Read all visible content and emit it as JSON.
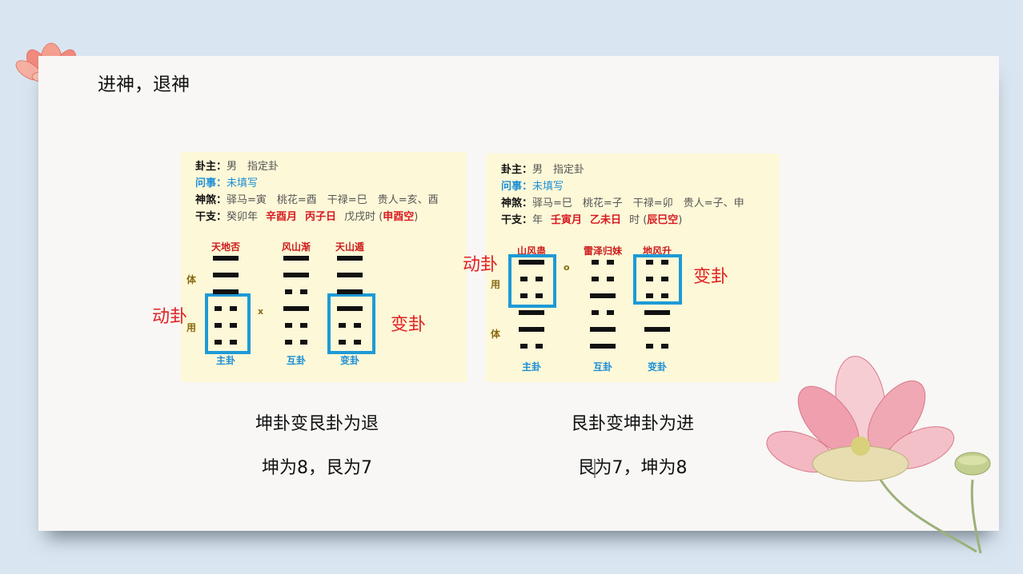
{
  "slide_title": "进神，退神",
  "left": {
    "info": {
      "row1_label": "卦主：",
      "row1_val": "男　指定卦",
      "row2_label": "问事：",
      "row2_val": "未填写",
      "row3_label": "神煞：",
      "row3_val": "驿马=寅　桃花=酉　干禄=巳　贵人=亥、酉",
      "row4_label": "干支：",
      "row4_a": "癸卯年",
      "row4_b": "辛酉月",
      "row4_c": "丙子日",
      "row4_d": "戊戌时 (",
      "row4_e": "申酉空",
      "row4_f": ")"
    },
    "hex_names": [
      "天地否",
      "风山渐",
      "天山遁"
    ],
    "hex_feet": [
      "主卦",
      "互卦",
      "变卦"
    ],
    "side_top": "体",
    "side_bottom": "用",
    "mark": "x",
    "hexagrams_bottom_to_top": [
      [
        "yin",
        "yin",
        "yin",
        "yang",
        "yang",
        "yang"
      ],
      [
        "yin",
        "yin",
        "yang",
        "yin",
        "yang",
        "yang"
      ],
      [
        "yin",
        "yin",
        "yang",
        "yang",
        "yang",
        "yang"
      ]
    ],
    "moving_label": "动卦",
    "changed_label": "变卦",
    "caption1": "坤卦变艮卦为退",
    "caption2": "坤为8，艮为7"
  },
  "right": {
    "info": {
      "row1_label": "卦主：",
      "row1_val": "男　指定卦",
      "row2_label": "问事：",
      "row2_val": "未填写",
      "row3_label": "神煞：",
      "row3_val": "驿马=巳　桃花=子　干禄=卯　贵人=子、申",
      "row4_label": "干支：",
      "row4_a": "年",
      "row4_b": "壬寅月",
      "row4_c": "乙未日",
      "row4_d": "时 (",
      "row4_e": "辰巳空",
      "row4_f": ")"
    },
    "hex_names": [
      "山风蛊",
      "雷泽归妹",
      "地风升"
    ],
    "hex_feet": [
      "主卦",
      "互卦",
      "变卦"
    ],
    "side_top": "用",
    "side_bottom": "体",
    "mark": "o",
    "hexagrams_bottom_to_top": [
      [
        "yin",
        "yang",
        "yang",
        "yin",
        "yin",
        "yang"
      ],
      [
        "yang",
        "yang",
        "yin",
        "yang",
        "yin",
        "yin"
      ],
      [
        "yin",
        "yang",
        "yang",
        "yin",
        "yin",
        "yin"
      ]
    ],
    "moving_label": "动卦",
    "changed_label": "变卦",
    "caption1_a": "艮卦变坤卦为进",
    "caption2_a": "艮",
    "caption2_b": "为7，坤为8"
  }
}
